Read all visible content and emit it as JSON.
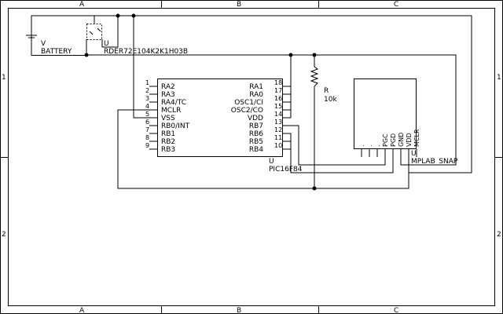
{
  "frame": {
    "columns": [
      "A",
      "B",
      "C"
    ],
    "rows": [
      "1",
      "2"
    ]
  },
  "battery": {
    "ref": "V",
    "value": "BATTERY"
  },
  "switch": {
    "ref": "U",
    "value": "RDER72E104K2K1H03B"
  },
  "mcu": {
    "ref": "U",
    "value": "PIC16F84",
    "left_pins": [
      {
        "num": "1",
        "name": "RA2"
      },
      {
        "num": "2",
        "name": "RA3"
      },
      {
        "num": "3",
        "name": "RA4/TC"
      },
      {
        "num": "4",
        "name": "MCLR"
      },
      {
        "num": "5",
        "name": "VSS"
      },
      {
        "num": "6",
        "name": "RB0/INT"
      },
      {
        "num": "7",
        "name": "RB1"
      },
      {
        "num": "8",
        "name": "RB2"
      },
      {
        "num": "9",
        "name": "RB3"
      }
    ],
    "right_pins": [
      {
        "num": "18",
        "name": "RA1"
      },
      {
        "num": "17",
        "name": "RA0"
      },
      {
        "num": "16",
        "name": "OSC1/CI"
      },
      {
        "num": "15",
        "name": "OSC2/CO"
      },
      {
        "num": "14",
        "name": "VDD"
      },
      {
        "num": "13",
        "name": "RB7"
      },
      {
        "num": "12",
        "name": "RB6"
      },
      {
        "num": "11",
        "name": "RB5"
      },
      {
        "num": "10",
        "name": "RB4"
      }
    ]
  },
  "resistor": {
    "ref": "R",
    "value": "10k"
  },
  "connector": {
    "ref": "U",
    "value": "MPLAB_SNAP",
    "pins": [
      ".",
      ".",
      ".",
      "PGC",
      "PGD",
      "GND",
      "VDD",
      "MCLR"
    ]
  }
}
